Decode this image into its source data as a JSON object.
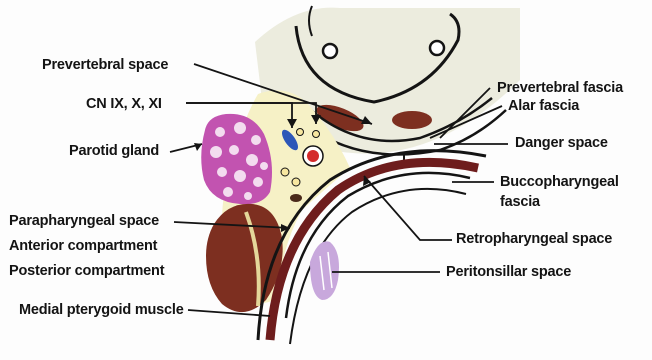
{
  "labels": {
    "prevertebral_space": "Prevertebral space",
    "cn": "CN IX, X, XI",
    "parotid_gland": "Parotid gland",
    "parapharyngeal_space": "Parapharyngeal space",
    "anterior_compartment": "Anterior compartment",
    "posterior_compartment": "Posterior compartment",
    "medial_pterygoid_muscle": "Medial pterygoid muscle",
    "prevertebral_fascia": "Prevertebral fascia",
    "alar_fascia": "Alar fascia",
    "danger_space": "Danger space",
    "buccopharyngeal_fascia_line1": "Buccopharyngeal",
    "buccopharyngeal_fascia_line2": "fascia",
    "retropharyngeal_space": "Retropharyngeal space",
    "peritonsillar_space": "Peritonsillar space"
  },
  "colors": {
    "vertebra_fill": "#ececde",
    "parapharyngeal_fill": "#f6f1c6",
    "parotid": "#c253b0",
    "muscle": "#7d2f20",
    "pharynx_wall": "#6e1d1d",
    "tonsil": "#c8a8dc",
    "nerve_red": "#d42a2a",
    "nerve_blue": "#2d57b8",
    "line": "#141414"
  }
}
